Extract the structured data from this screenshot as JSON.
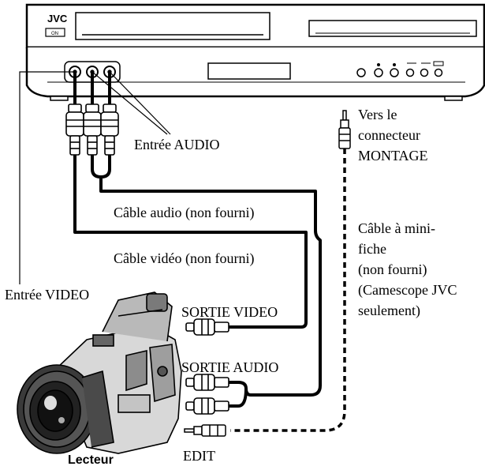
{
  "vcr": {
    "brand": "JVC",
    "power_label": "ON"
  },
  "labels": {
    "entree_audio": "Entrée AUDIO",
    "entree_video": "Entrée VIDEO",
    "cable_audio": "Câble audio (non fourni)",
    "cable_video": "Câble vidéo (non fourni)",
    "vers_le": "Vers le",
    "connecteur": "connecteur",
    "montage": "MONTAGE",
    "minifiche_1": "Câble à mini-",
    "minifiche_2": "fiche",
    "minifiche_3": "(non fourni)",
    "minifiche_4": "(Camescope JVC",
    "minifiche_5": "seulement)",
    "sortie_video": "SORTIE VIDEO",
    "sortie_audio": "SORTIE AUDIO",
    "edit": "EDIT",
    "lecteur": "Lecteur"
  }
}
